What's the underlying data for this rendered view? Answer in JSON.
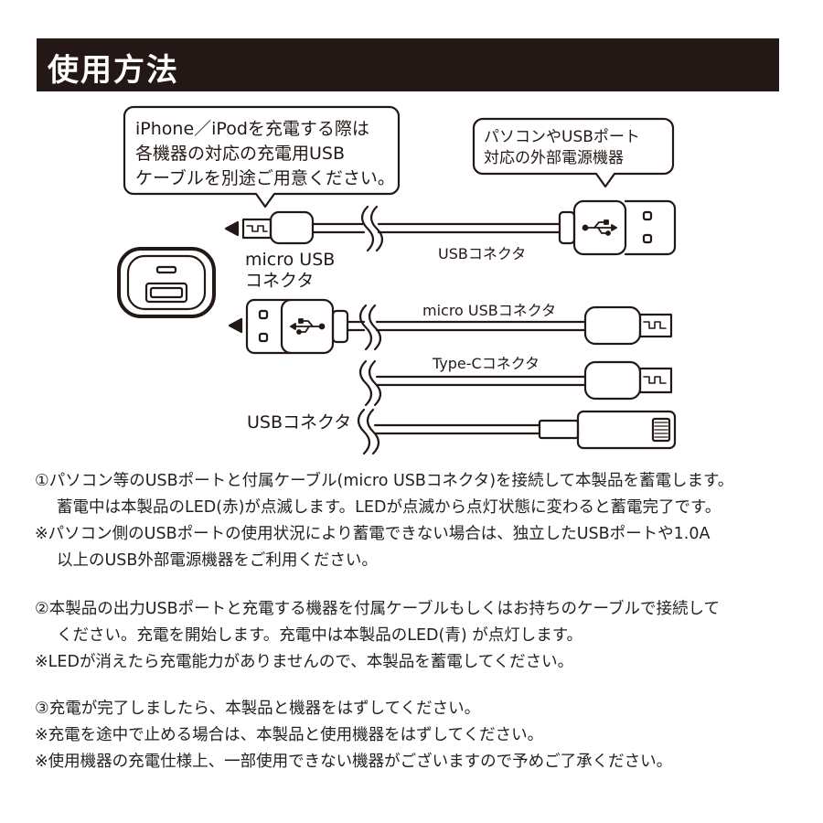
{
  "title": "使用方法",
  "callouts": {
    "left": [
      "iPhone／iPodを充電する際は",
      "各機器の対応の充電用USB",
      "ケーブルを別途ご用意ください。"
    ],
    "right": [
      "パソコンやUSBポート",
      "対応の外部電源機器"
    ]
  },
  "labels": {
    "usb_connector_top": "USBコネクタ",
    "micro_usb_connector_left": [
      "micro USB",
      "コネクタ"
    ],
    "micro_usb_connector_cable": "micro USBコネクタ",
    "type_c_connector": "Type-Cコネクタ",
    "usb_connector_bottom": "USBコネクタ"
  },
  "instructions": {
    "step1_line1": "①パソコン等のUSBポートと付属ケーブル(micro USBコネクタ)を接続して本製品を蓄電します。",
    "step1_line2": "蓄電中は本製品のLED(赤)が点滅します。LEDが点滅から点灯状態に変わると蓄電完了です。",
    "note1_line1": "※パソコン側のUSBポートの使用状況により蓄電できない場合は、独立したUSBポートや1.0A",
    "note1_line2": "以上のUSB外部電源機器をご利用ください。",
    "step2_line1": "②本製品の出力USBポートと充電する機器を付属ケーブルもしくはお持ちのケーブルで接続して",
    "step2_line2": "ください。充電を開始します。充電中は本製品のLED(青) が点灯します。",
    "note2": "※LEDが消えたら充電能力がありませんので、本製品を蓄電してください。",
    "step3": "③充電が完了しましたら、本製品と機器をはずしてください。",
    "note3": "※充電を途中で止める場合は、本製品と使用機器をはずしてください。",
    "note4": "※使用機器の充電仕様上、一部使用できない機器がございますので予めご了承ください。"
  }
}
